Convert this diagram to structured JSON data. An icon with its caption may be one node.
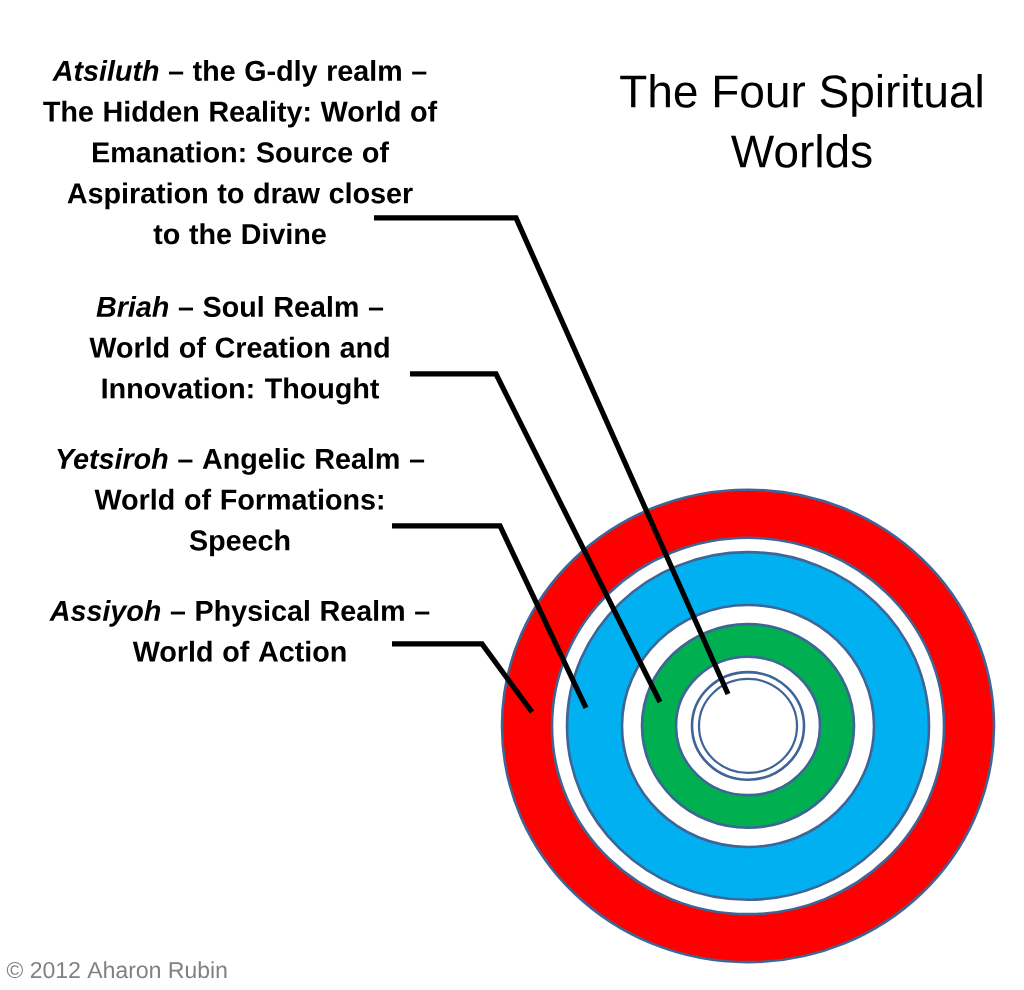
{
  "diagram": {
    "title": "The Four Spiritual Worlds",
    "nodes": [
      {
        "text": [
          "*Atsiluth* – the G-dly realm – The Hidden Reality: World of Emanation: Source of Aspiration to draw closer to the Divine"
        ]
      },
      {
        "text": [
          "*Briah* – Soul Realm – World of Creation and Innovation: Thought"
        ]
      },
      {
        "text": [
          "*Yetsiroh* – Angelic Realm – World of Formations: Speech"
        ]
      },
      {
        "text": [
          "*Assiyoh* – Physical Realm – World of Action"
        ]
      },
      {
        "text": [],
        "shape": "ring"
      },
      {
        "text": [],
        "shape": "ring",
        "in": 4
      },
      {
        "text": [],
        "shape": "ring",
        "in": 5
      },
      {
        "text": [],
        "shape": "circle",
        "in": 6
      }
    ],
    "edges": [
      {
        "from": 0,
        "to": 7,
        "arrow": "none"
      },
      {
        "from": 1,
        "to": 6,
        "arrow": "none"
      },
      {
        "from": 2,
        "to": 5,
        "arrow": "none"
      },
      {
        "from": 3,
        "to": 4,
        "arrow": "none"
      }
    ],
    "labels": [
      "© 2012 Aharon Rubin"
    ]
  }
}
